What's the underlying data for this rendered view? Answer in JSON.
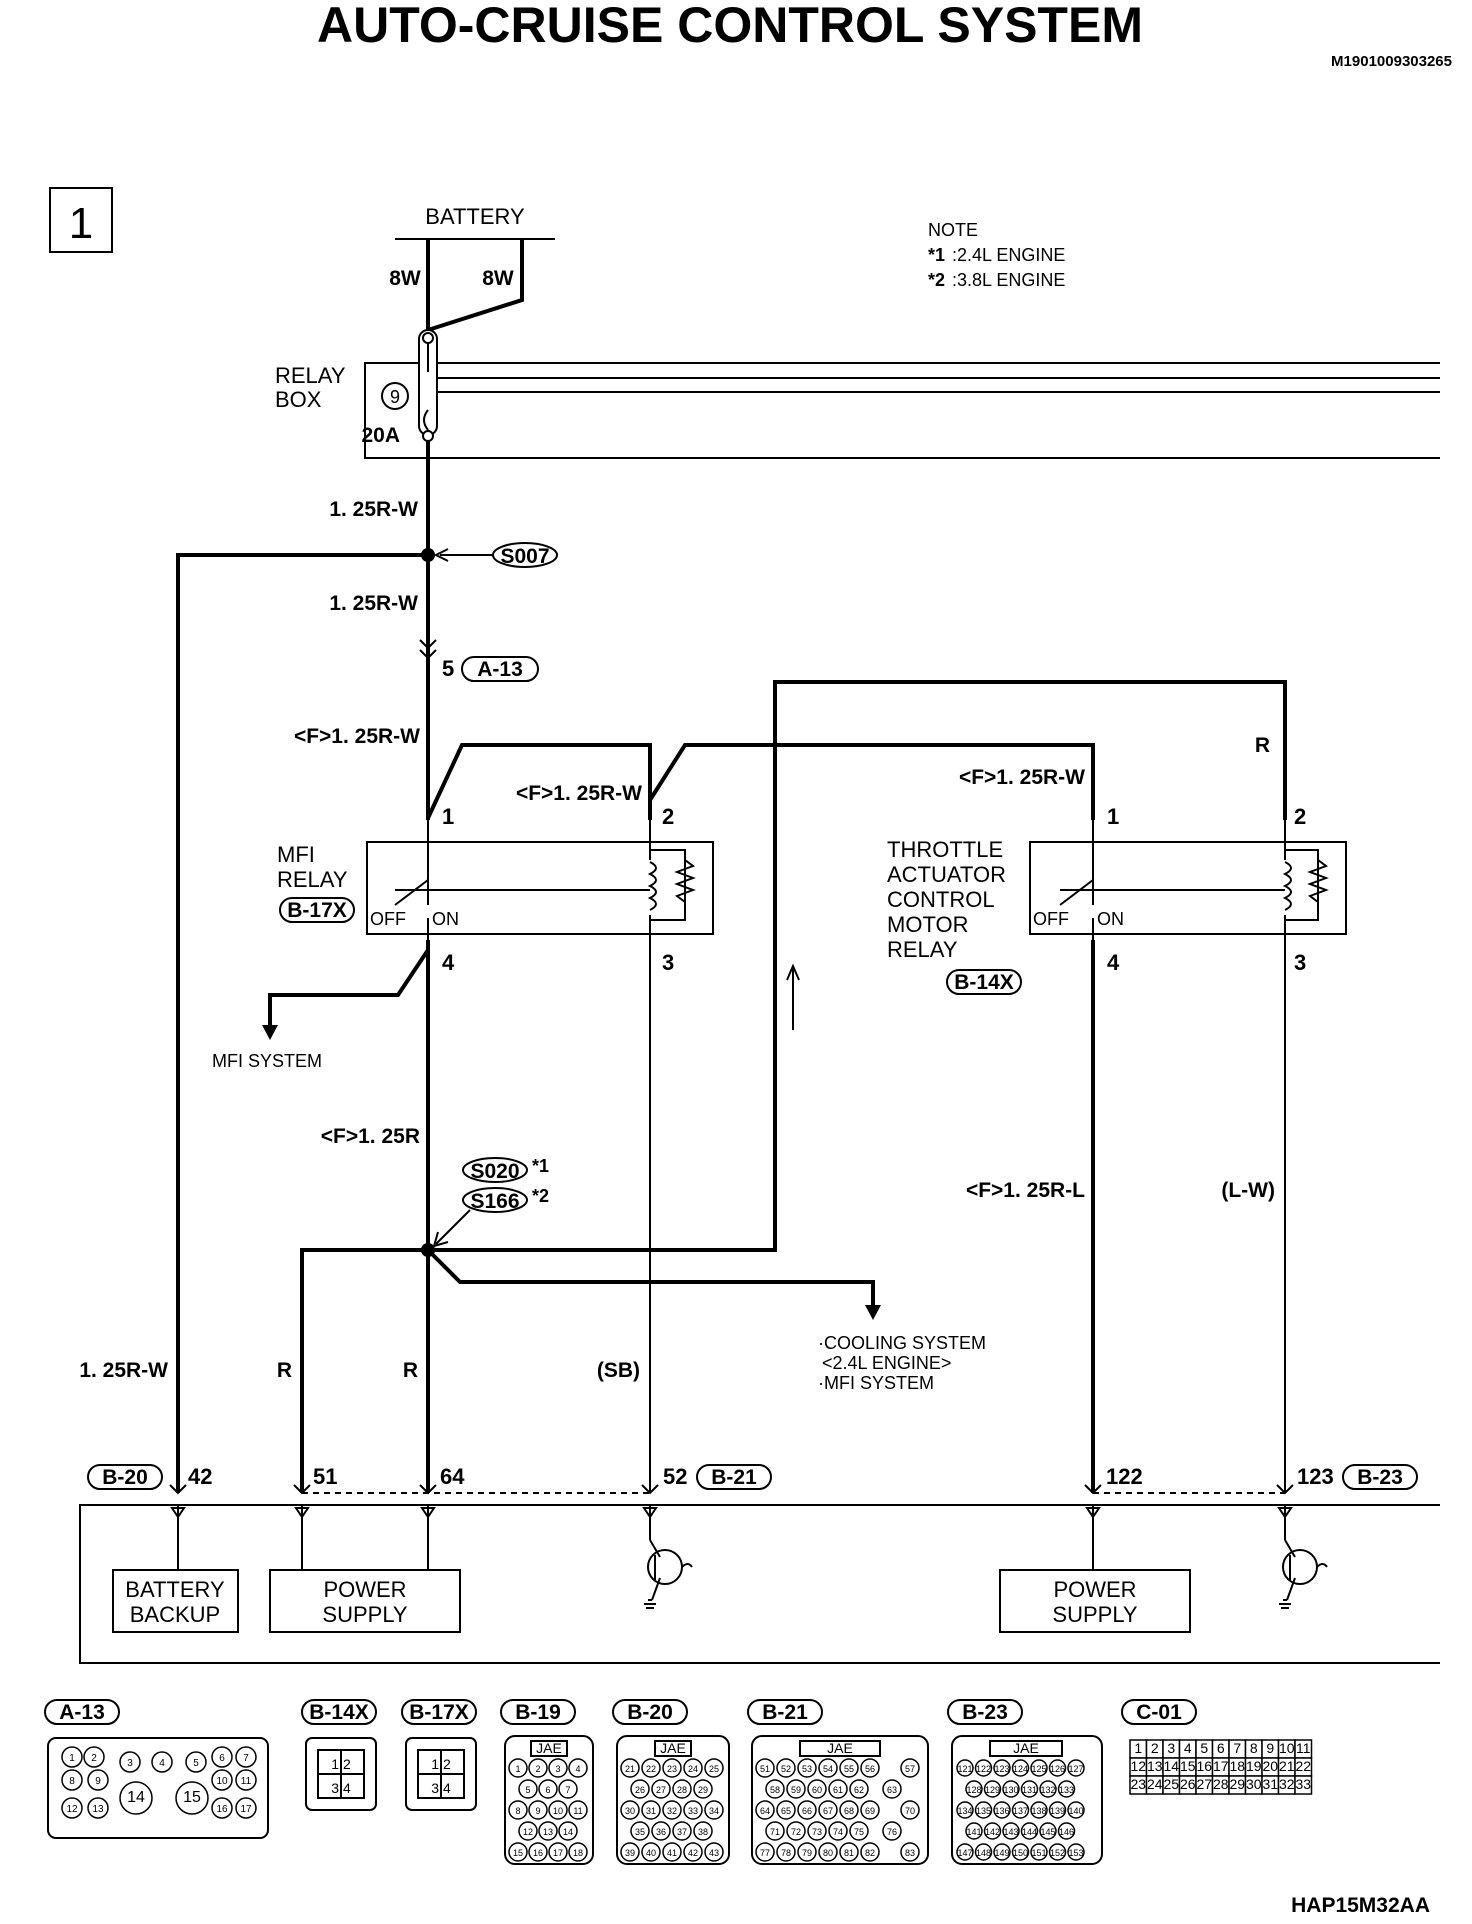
{
  "title": "AUTO-CRUISE CONTROL SYSTEM",
  "doc_id": "M1901009303265",
  "page_number": "1",
  "footer_code": "HAP15M32AA",
  "battery": {
    "label": "BATTERY",
    "wire_left": "8W",
    "wire_right": "8W"
  },
  "relay_box": {
    "label_line1": "RELAY",
    "label_line2": "BOX",
    "fuse_no": "9",
    "fuse_rating": "20A"
  },
  "note": {
    "heading": "NOTE",
    "line1_mark": "*1",
    "line1_text": ":2.4L ENGINE",
    "line2_mark": "*2",
    "line2_text": ":3.8L ENGINE"
  },
  "wires": {
    "w1": "1. 25R-W",
    "w2": "1. 25R-W",
    "w3": "<F>1. 25R-W",
    "w4": "<F>1. 25R-W",
    "w5": "<F>1. 25R-W",
    "w6": "R",
    "w7": "<F>1. 25R",
    "w8": "<F>1. 25R-L",
    "w9": "(L-W)",
    "w10": "1. 25R-W",
    "w11": "R",
    "w12": "R",
    "w13": "(SB)"
  },
  "splices": {
    "s007": "S007",
    "s020": "S020",
    "s020_mark": "*1",
    "s166": "S166",
    "s166_mark": "*2"
  },
  "connectors_inline": {
    "a13_pin": "5",
    "a13": "A-13"
  },
  "mfi_relay": {
    "line1": "MFI",
    "line2": "RELAY",
    "connector": "B-17X",
    "pin1": "1",
    "pin2": "2",
    "pin3": "3",
    "pin4": "4",
    "off": "OFF",
    "on": "ON"
  },
  "tac_relay": {
    "line1": "THROTTLE",
    "line2": "ACTUATOR",
    "line3": "CONTROL",
    "line4": "MOTOR",
    "line5": "RELAY",
    "connector": "B-14X",
    "pin1": "1",
    "pin2": "2",
    "pin3": "3",
    "pin4": "4",
    "off": "OFF",
    "on": "ON"
  },
  "destinations": {
    "mfi_system": "MFI SYSTEM",
    "cooling_line1": "·COOLING SYSTEM",
    "cooling_line2": "<2.4L ENGINE>",
    "cooling_line3": "·MFI SYSTEM"
  },
  "ecu_pins": {
    "b20": "B-20",
    "p42": "42",
    "p51": "51",
    "p64": "64",
    "p52": "52",
    "b21": "B-21",
    "p122": "122",
    "p123": "123",
    "b23": "B-23"
  },
  "ecu_blocks": {
    "battery_backup_1": "BATTERY",
    "battery_backup_2": "BACKUP",
    "power_supply_a1": "POWER",
    "power_supply_a2": "SUPPLY",
    "power_supply_b1": "POWER",
    "power_supply_b2": "SUPPLY"
  },
  "connector_views": {
    "a13": "A-13",
    "b14x": "B-14X",
    "b17x": "B-17X",
    "b19": "B-19",
    "b20": "B-20",
    "b21": "B-21",
    "b23": "B-23",
    "c01": "C-01",
    "jae": "JAE"
  }
}
